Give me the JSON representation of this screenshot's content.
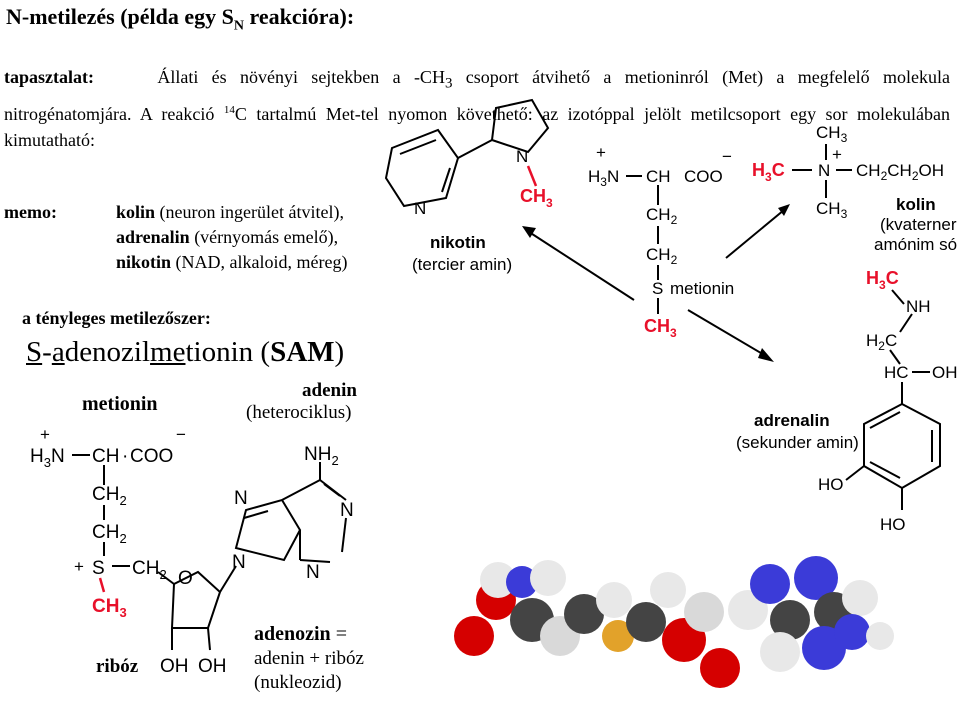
{
  "title": {
    "main": "N-metilezés (példa egy S",
    "sub": "N",
    "end": " reakcióra):"
  },
  "experience": {
    "label": "tapasztalat:",
    "text1": "Állati és növényi sejtekben a -CH",
    "text1_sub": "3",
    "text2": " csoport átvihető a metioninról (Met) a megfelelő molekula nitrogénatomjára. A reakció ",
    "isotope": "14",
    "text3": "C tartalmú Met-tel nyomon követhető: az izotóppal jelölt metilcsoport egy sor molekulában kimutatható:"
  },
  "memo": {
    "label": "memo:",
    "items": [
      {
        "name": "kolin",
        "desc": " (neuron ingerület átvitel),"
      },
      {
        "name": "adrenalin",
        "desc": " (vérnyomás emelő),"
      },
      {
        "name": "nikotin",
        "desc": " (NAD, alkaloid, méreg)"
      }
    ]
  },
  "methylator": {
    "label": "a tényleges metilezőszer:",
    "sam_parts": [
      "S",
      "-",
      "a",
      "denozil",
      "me",
      "tionin (",
      "SAM",
      ")"
    ]
  },
  "labels": {
    "nikotin": "nikotin",
    "nikotin_sub": "(tercier amin)",
    "metionin_right": "metionin",
    "kolin": "kolin",
    "kolin_sub1": "(kvaterner",
    "kolin_sub2": "amónim só",
    "adrenalin": "adrenalin",
    "adrenalin_sub": "(sekunder amin)",
    "metionin_left": "metionin",
    "adenin": "adenin",
    "adenin_sub": "(heterociklus)",
    "ribose": "ribóz",
    "adenozin": "adenozin",
    "adenozin_eq": " =",
    "adenozin_line2": "adenin + ribóz",
    "adenozin_line3": "(nukleozid)"
  },
  "atoms": {
    "N": "N",
    "CH": "CH",
    "COO": "COO",
    "CH2": "CH",
    "S": "S",
    "CH3": "CH",
    "H3N": "H",
    "O": "O",
    "OH": "OH",
    "HO": "HO",
    "NH": "NH",
    "NH2": "NH",
    "HC": "HC",
    "H2C": "H",
    "H3C": "H",
    "C": "C",
    "CH2CH2OH_a": "CH",
    "CH2CH2OH_b": "CH",
    "CH2CH2OH_c": "OH",
    "sub2": "2",
    "sub3": "3",
    "plus": "+",
    "minus": "−",
    "dot": "·"
  },
  "colors": {
    "methyl": "#e8102a",
    "oxygen": "#d50000",
    "nitrogen": "#3b3bd8",
    "sulfur": "#e2a22a",
    "carbon": "#444444",
    "hydrogen": "#e8e8e8"
  }
}
